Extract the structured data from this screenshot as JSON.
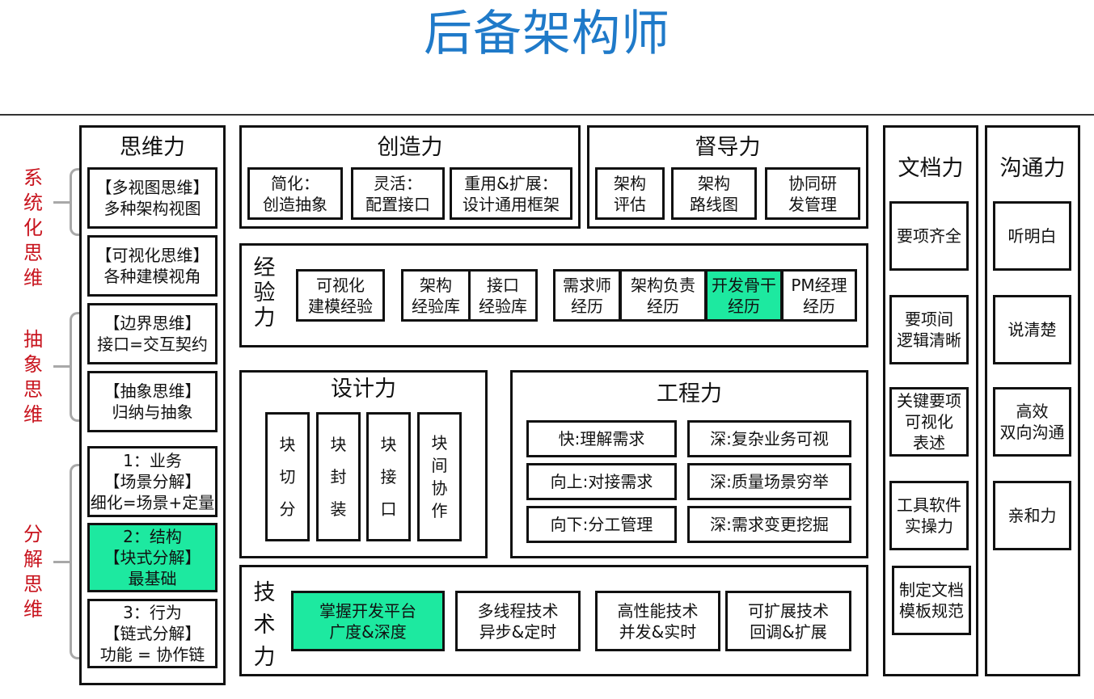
{
  "title": "后备架构师",
  "side_labels": {
    "systematic": "系统化思维",
    "abstract": "抽象思维",
    "decompose": "分解思维"
  },
  "thinking": {
    "title": "思维力",
    "items": [
      "【多视图思维】\n多种架构视图",
      "【可视化思维】\n各种建模视角",
      "【边界思维】\n接口=交互契约",
      "【抽象思维】\n归纳与抽象",
      "1：业务\n【场景分解】\n细化=场景+定量",
      "2：结构\n【块式分解】\n最基础",
      "3：行为\n【链式分解】\n功能 = 协作链"
    ]
  },
  "creativity": {
    "title": "创造力",
    "items": [
      "简化：\n创造抽象",
      "灵活：\n配置接口",
      "重用&扩展：\n设计通用框架"
    ]
  },
  "supervision": {
    "title": "督导力",
    "items": [
      "架构\n评估",
      "架构\n路线图",
      "协同研\n发管理"
    ]
  },
  "experience": {
    "title": "经验力",
    "items": [
      "可视化\n建模经验",
      "架构\n经验库",
      "接口\n经验库",
      "需求师\n经历",
      "架构负责\n经历",
      "开发骨干\n经历",
      "PM经理\n经历"
    ]
  },
  "design": {
    "title": "设计力",
    "items": [
      "块\n切\n分",
      "块\n封\n装",
      "块\n接\n口",
      "块\n间\n协\n作"
    ]
  },
  "engineering": {
    "title": "工程力",
    "items": [
      "快:理解需求",
      "深:复杂业务可视",
      "向上:对接需求",
      "深:质量场景穷举",
      "向下:分工管理",
      "深:需求变更挖掘"
    ]
  },
  "technology": {
    "title": "技术力",
    "items": [
      "掌握开发平台\n广度&深度",
      "多线程技术\n异步&定时",
      "高性能技术\n并发&实时",
      "可扩展技术\n回调&扩展"
    ]
  },
  "documentation": {
    "title": "文档力",
    "items": [
      "要项齐全",
      "要项间\n逻辑清晰",
      "关键要项\n可视化\n表述",
      "工具软件\n实操力",
      "制定文档\n模板规范"
    ]
  },
  "communication": {
    "title": "沟通力",
    "items": [
      "听明白",
      "说清楚",
      "高效\n双向沟通",
      "亲和力"
    ]
  },
  "colors": {
    "title": "#1f7ac9",
    "side_label": "#c8141e",
    "highlight": "#1de9a0",
    "brace": "#a8a8a8"
  }
}
